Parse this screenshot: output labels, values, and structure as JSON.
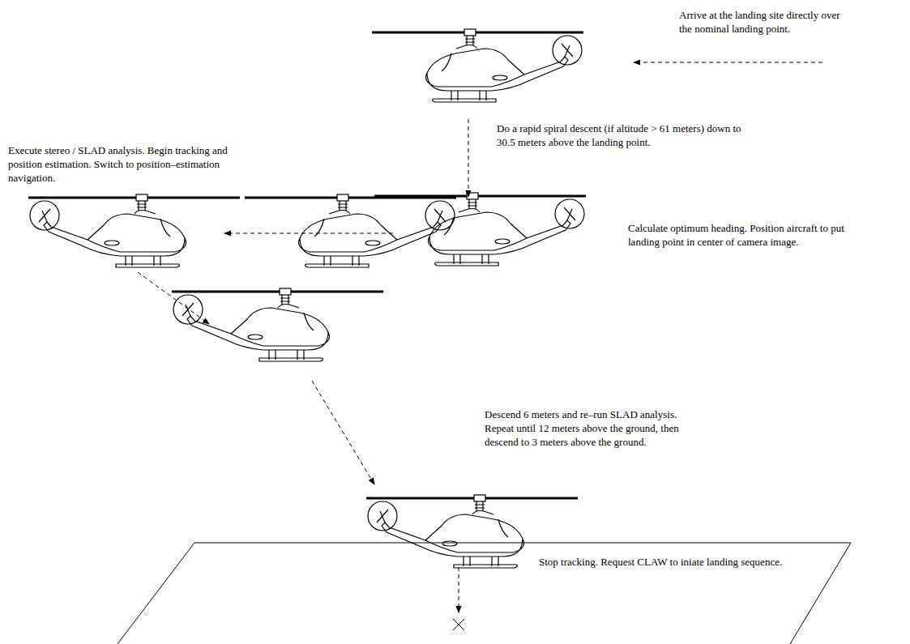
{
  "diagram": {
    "labels": [
      "Arrive at the landing site directly over the nominal landing point.",
      "Do a rapid spiral descent (if altitude > 61 meters) down to 30.5 meters above the landing point.",
      "Execute stereo / SLAD analysis. Begin tracking and position estimation. Switch to position–estimation navigation.",
      "Calculate optimum heading. Position aircraft to put landing point in center of camera image.",
      "Descend 6 meters and re–run SLAD analysis. Repeat until 12 meters above the ground, then descend to 3 meters above the ground.",
      "Stop tracking. Request CLAW to iniate landing sequence."
    ]
  }
}
